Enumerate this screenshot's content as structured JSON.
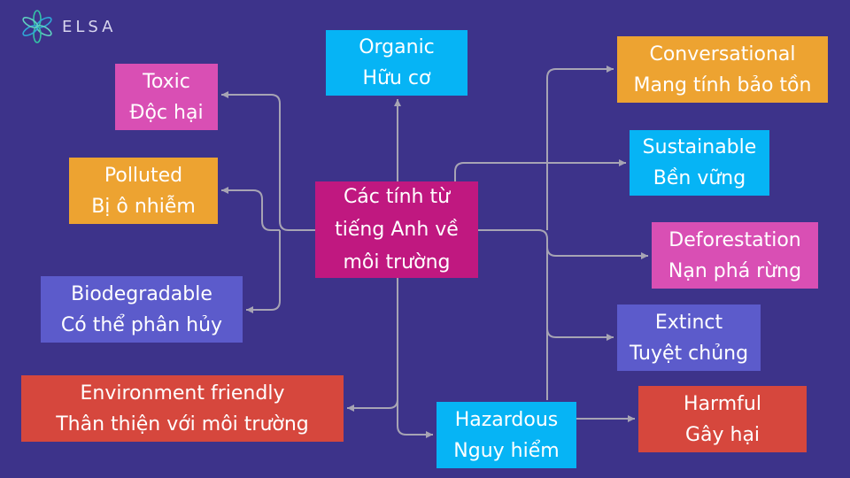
{
  "logo": {
    "text": "ELSA",
    "icon": "elsa-star-icon"
  },
  "colors": {
    "background": "#3d338a",
    "connector": "#a7a4b4",
    "pink": "#d94fb4",
    "orange": "#eda331",
    "cyan": "#06b4f5",
    "periwinkle": "#5c5bcb",
    "red": "#d6473d",
    "magenta": "#c01880",
    "text": "#ffffff"
  },
  "center": {
    "line1": "Các tính từ",
    "line2": "tiếng Anh về",
    "line3": "môi trường"
  },
  "nodes": [
    {
      "id": "organic",
      "en": "Organic",
      "vi": "Hữu cơ",
      "color": "cyan"
    },
    {
      "id": "toxic",
      "en": "Toxic",
      "vi": "Độc hại",
      "color": "pink"
    },
    {
      "id": "polluted",
      "en": "Polluted",
      "vi": "Bị ô nhiễm",
      "color": "orange"
    },
    {
      "id": "biodegradable",
      "en": "Biodegradable",
      "vi": "Có thể phân hủy",
      "color": "periwinkle"
    },
    {
      "id": "environment-friendly",
      "en": "Environment friendly",
      "vi": "Thân thiện với môi trường",
      "color": "red"
    },
    {
      "id": "hazardous",
      "en": "Hazardous",
      "vi": "Nguy hiểm",
      "color": "cyan"
    },
    {
      "id": "conversational",
      "en": "Conversational",
      "vi": "Mang tính bảo tồn",
      "color": "orange"
    },
    {
      "id": "sustainable",
      "en": "Sustainable",
      "vi": "Bền vững",
      "color": "cyan"
    },
    {
      "id": "deforestation",
      "en": "Deforestation",
      "vi": "Nạn phá rừng",
      "color": "pink"
    },
    {
      "id": "extinct",
      "en": "Extinct",
      "vi": "Tuyệt chủng",
      "color": "periwinkle"
    },
    {
      "id": "harmful",
      "en": "Harmful",
      "vi": "Gây hại",
      "color": "red"
    }
  ]
}
